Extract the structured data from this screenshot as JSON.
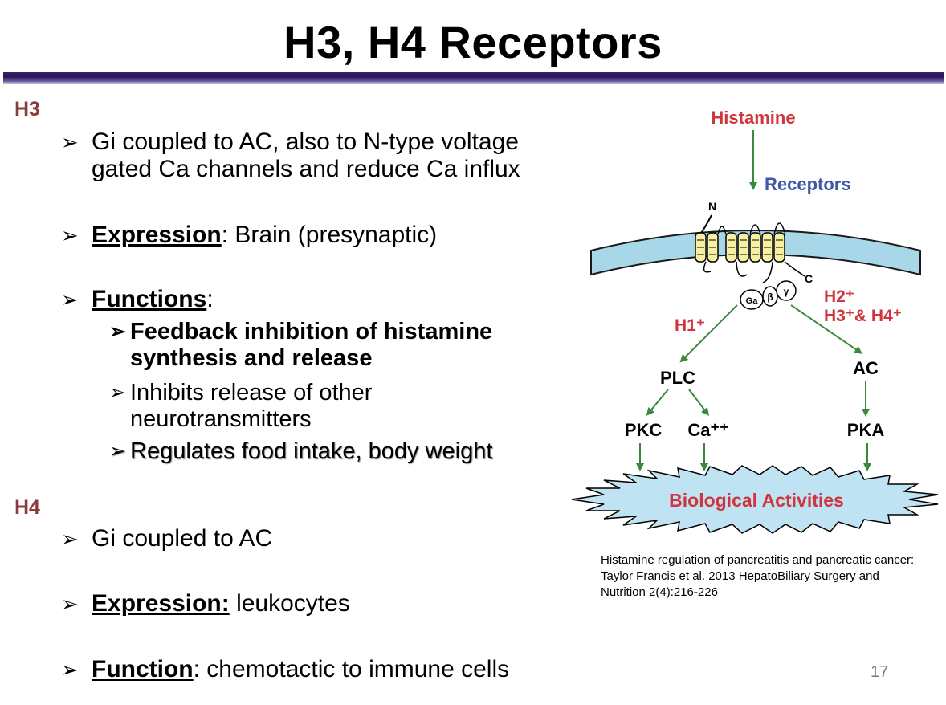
{
  "title": "H3, H4 Receptors",
  "h3": {
    "label": "H3",
    "bullet1_line1": "Gi coupled to AC, also to N-type voltage",
    "bullet1_line2": "gated Ca channels and reduce Ca influx",
    "expression_label": "Expression",
    "expression_value": ": Brain (presynaptic)",
    "functions_label": "Functions",
    "functions_colon": ":",
    "sub1_line1": "Feedback inhibition of histamine",
    "sub1_line2": "synthesis and release",
    "sub2_line1": "Inhibits release of other",
    "sub2_line2": "neurotransmitters",
    "sub3": "Regulates food intake, body weight"
  },
  "h4": {
    "label": "H4",
    "bullet1": "Gi coupled to AC",
    "expression_label": "Expression:",
    "expression_value": " leukocytes",
    "function_label": "Function",
    "function_value": ": chemotactic to immune cells"
  },
  "diagram": {
    "histamine": "Histamine",
    "receptors": "Receptors",
    "n_term": "N",
    "c_term": "C",
    "ga": "Ga",
    "beta": "β",
    "gamma": "γ",
    "h1": "H1⁺",
    "h2": "H2⁺",
    "h3h4": "H3⁺& H4⁺",
    "plc": "PLC",
    "ac": "AC",
    "pkc": "PKC",
    "ca": "Ca⁺⁺",
    "pka": "PKA",
    "biological": "Biological Activities",
    "colors": {
      "red": "#d0343c",
      "blue": "#3e57a8",
      "green": "#3a8a3c",
      "membrane": "#a9d7ea",
      "helix": "#f6f0a0",
      "burst": "#bfe3f2"
    }
  },
  "caption": {
    "line1": "Histamine regulation of pancreatitis and pancreatic cancer:",
    "line2": "Taylor Francis et al. 2013 HepatoBiliary Surgery and",
    "line3": "Nutrition 2(4):216-226"
  },
  "page_number": "17"
}
